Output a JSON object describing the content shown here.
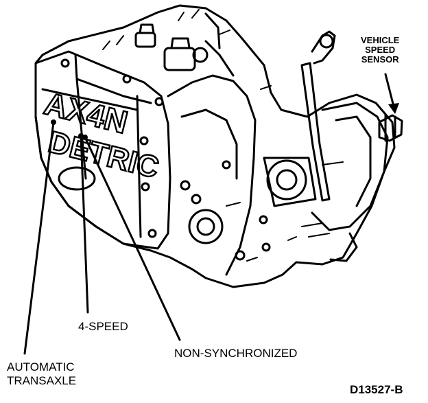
{
  "casting_text": [
    "AX4N",
    "DETRIC"
  ],
  "labels": {
    "vehicle_speed_sensor": [
      "VEHICLE",
      "SPEED",
      "SENSOR"
    ],
    "four_speed": "4-SPEED",
    "non_synchronized": "NON-SYNCHRONIZED",
    "automatic_transaxle": [
      "AUTOMATIC",
      "TRANSAXLE"
    ],
    "figure_code": "D13527-B"
  }
}
